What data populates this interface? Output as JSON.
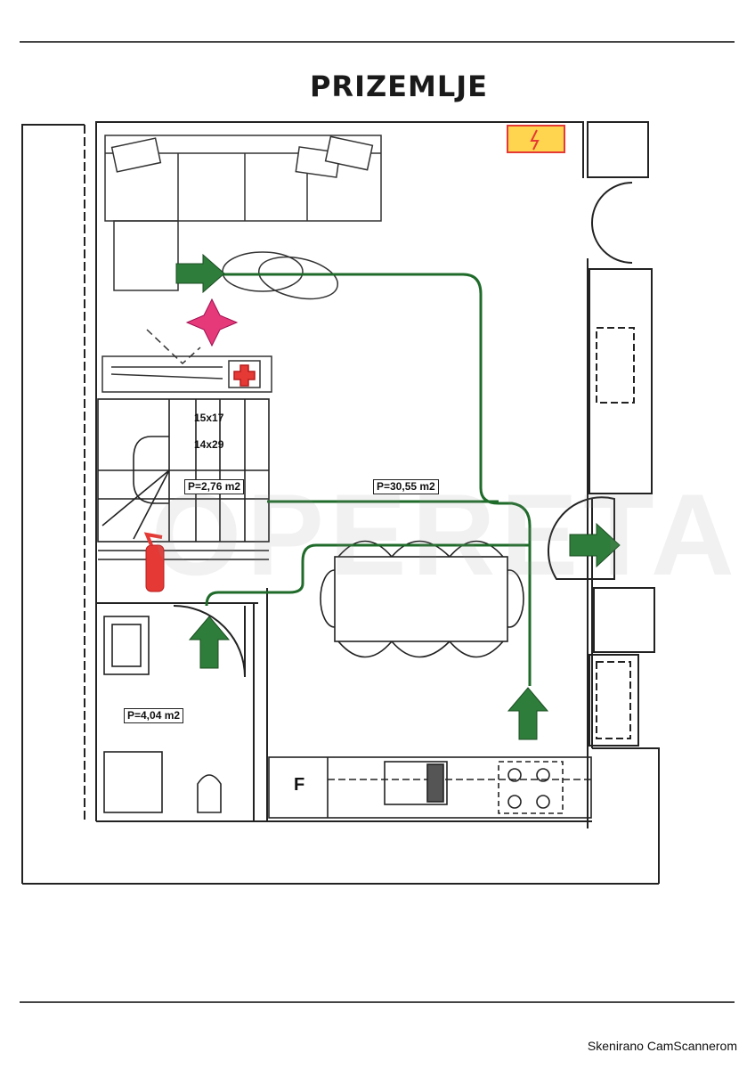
{
  "title": "PRIZEMLJE",
  "stairs": {
    "step_top": "15x17",
    "step_bottom": "14x29"
  },
  "areas": {
    "stair_area": "P=2,76 m2",
    "living_area": "P=30,55 m2",
    "bathroom_area": "P=4,04 m2"
  },
  "fridge_label": "F",
  "watermark": "OPERETA",
  "footer": "Skenirano CamScannerom",
  "colors": {
    "path": "#1f6b2a",
    "arrow": "#2e7d3a",
    "fire": "#e53935",
    "electric": "#ffd54f"
  }
}
